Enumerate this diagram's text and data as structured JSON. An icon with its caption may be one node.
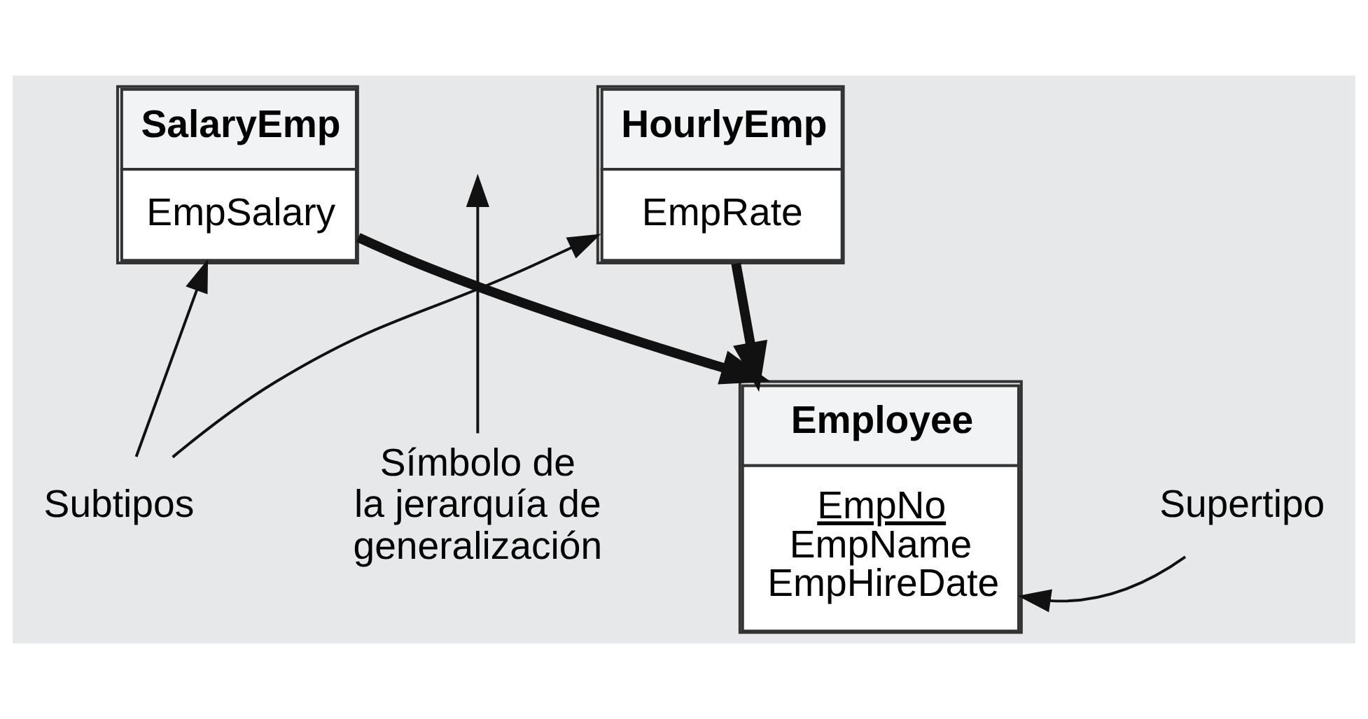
{
  "diagram": {
    "nodes": [
      {
        "text": [
          "Employee",
          "EmpNo",
          "EmpName",
          "EmpHireDate"
        ]
      },
      {
        "text": [
          "SalaryEmp",
          "EmpSalary"
        ]
      },
      {
        "text": [
          "HourlyEmp",
          "EmpRate"
        ]
      },
      {
        "text": [
          "Supertipo"
        ]
      },
      {
        "text": [
          "Símbolo de la jerarquía de generalización"
        ]
      },
      {
        "text": [
          "Subtipos"
        ]
      }
    ],
    "edges": [
      {
        "from": 1,
        "to": 0,
        "arrow": "to",
        "style": "thick"
      },
      {
        "from": 2,
        "to": 0,
        "arrow": "to",
        "style": "thick"
      },
      {
        "from": 3,
        "to": 0,
        "arrow": "to"
      },
      {
        "from": 4,
        "to": null,
        "arrow": "to"
      },
      {
        "from": 5,
        "to": 1,
        "arrow": "to"
      },
      {
        "from": 5,
        "to": 2,
        "arrow": "to"
      }
    ]
  }
}
